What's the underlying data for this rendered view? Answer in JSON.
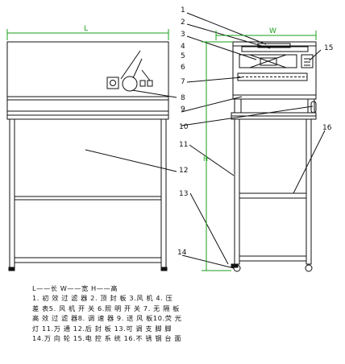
{
  "dimensions": {
    "length": "L",
    "width": "W",
    "height": "H"
  },
  "callouts": [
    "1",
    "2",
    "3",
    "4",
    "5",
    "6",
    "7",
    "8",
    "9",
    "10",
    "11",
    "12",
    "13",
    "14",
    "15",
    "16"
  ],
  "legend_lines": [
    "L——长   W——宽   H——高",
    "1. 初 效 过 滤 器   2. 顶 封 板   3.风 机 4. 压",
    "差 表5. 风 机 开 关 6.照 明 开 关   7. 无 隔 板",
    "高 效 过 滤 器8. 调 速 器   9. 送 风 板10.荧 光",
    "灯 11.万 通   12.后 封 板   13.可 调 支 脚 脚",
    "14.万 向 轮 15.电 控 系 统 16.不 锈 钢 台 面"
  ],
  "colors": {
    "line": "#111111",
    "dimension": "#1a9e1a",
    "background": "#ffffff"
  }
}
